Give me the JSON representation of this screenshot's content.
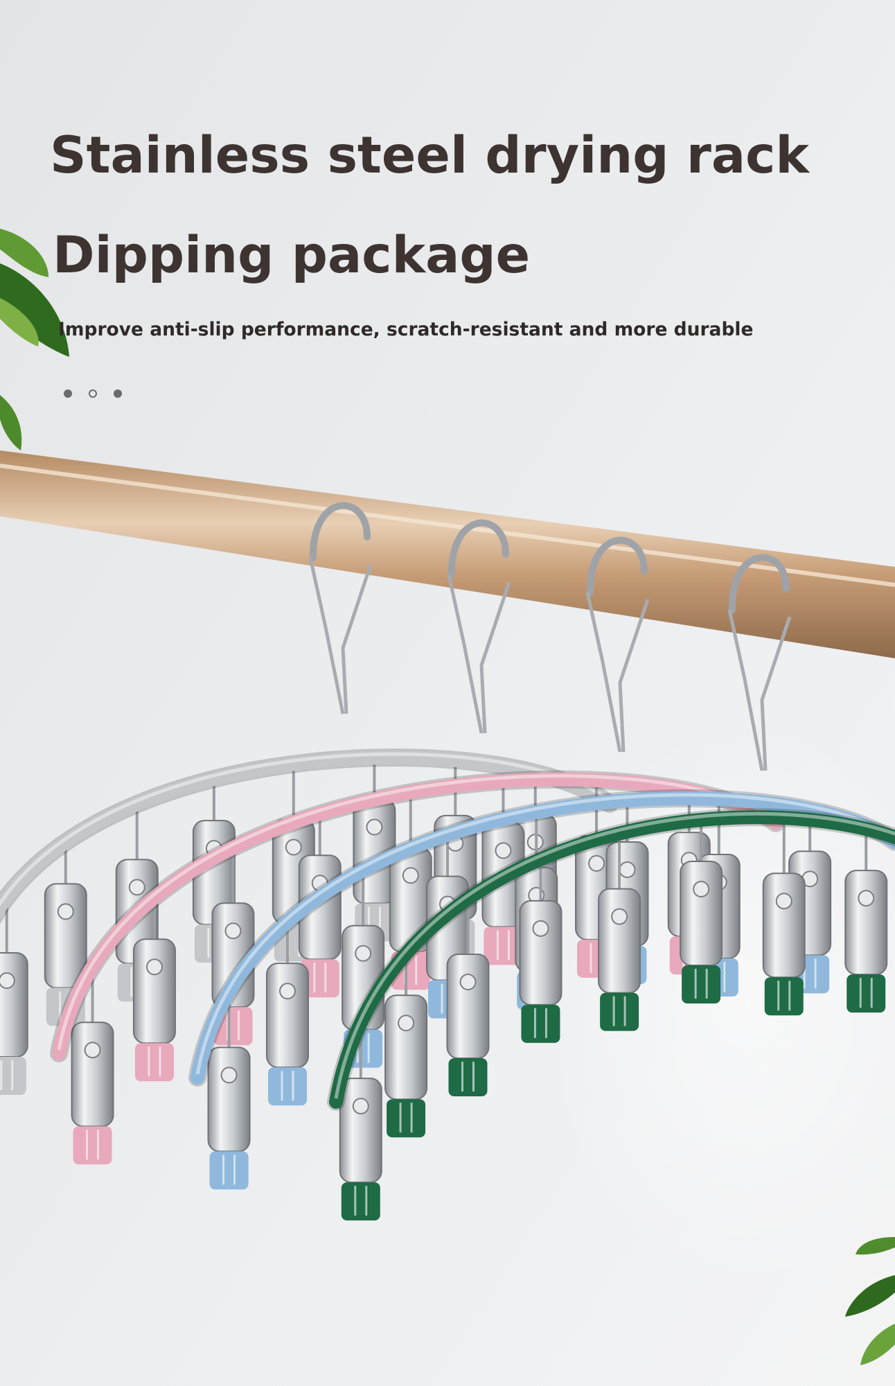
{
  "headline": {
    "line1": "Stainless steel drying rack",
    "line2": "Dipping package",
    "subtitle": "Improve anti-slip performance, scratch-resistant and more durable"
  },
  "pager": {
    "dots": [
      "filled",
      "ring",
      "filled"
    ]
  },
  "palette": {
    "background": "#e9eaec",
    "rail": "#c9a27e",
    "silver": "#c4c6c9",
    "pink": "#e7a9bb",
    "blue": "#8fb8dc",
    "green": "#1e6b45",
    "leaf": "#3f7a24"
  },
  "hangers": [
    {
      "name": "silver",
      "color": "#c4c6c9"
    },
    {
      "name": "pink",
      "color": "#e7a9bb"
    },
    {
      "name": "blue",
      "color": "#8fb8dc"
    },
    {
      "name": "green",
      "color": "#1e6b45"
    }
  ]
}
